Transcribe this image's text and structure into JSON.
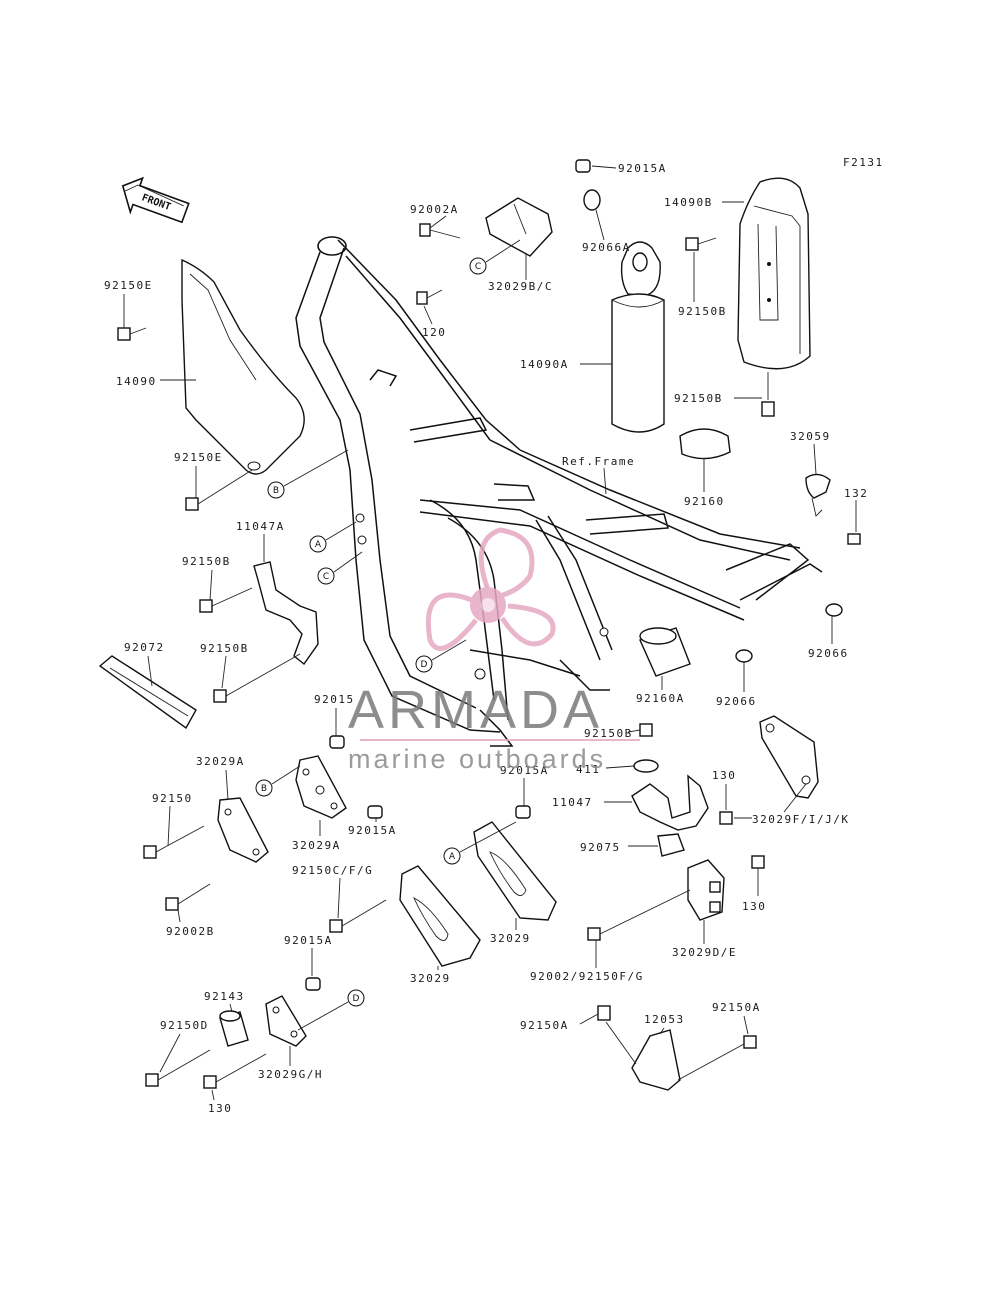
{
  "figure_code": "F2131",
  "front_label": "FRONT",
  "reference_label": "Ref.Frame",
  "watermark": {
    "brand": "ARMADA",
    "tagline": "marine outboards",
    "brand_color": "#e6a9c2",
    "text_color": "#7a7a7a"
  },
  "parts": {
    "p92015A_top": "92015A",
    "p92002A": "92002A",
    "p92066A": "92066A",
    "p32029BC": "32029B/C",
    "p120": "120",
    "p14090B": "14090B",
    "p92150B_shock": "92150B",
    "p92150B_shock_bottom": "92150B",
    "p14090A": "14090A",
    "p92150E_top": "92150E",
    "p14090": "14090",
    "p92150E_bottom": "92150E",
    "p11047A": "11047A",
    "p92150B_left1": "92150B",
    "p92150B_left2": "92150B",
    "p92072": "92072",
    "p32059": "32059",
    "p132": "132",
    "p92160": "92160",
    "p92066_right": "92066",
    "p92066_mid": "92066",
    "p92160A": "92160A",
    "p92150B_mid": "92150B",
    "p411": "411",
    "p11047": "11047",
    "p92075": "92075",
    "p130_right": "130",
    "p32029FIJK": "32029F/I/J/K",
    "p92015": "92015",
    "p32029A_left": "32029A",
    "p92150": "92150",
    "p32029A_mid": "32029A",
    "p92015A_mid": "92015A",
    "p92015A_center": "92015A",
    "p92002B": "92002B",
    "p92150CFG": "92150C/F/G",
    "p32029_right": "32029",
    "p32029_left": "32029",
    "p130_lower": "130",
    "p32029DE": "32029D/E",
    "p92002_92150FG": "92002/92150F/G",
    "p92015A_low": "92015A",
    "p92143": "92143",
    "p92150D": "92150D",
    "p32029GH": "32029G/H",
    "p130_bottom": "130",
    "p92150A_left": "92150A",
    "p12053": "12053",
    "p92150A_right": "92150A"
  },
  "callouts": {
    "a1": "A",
    "a2": "A",
    "b1": "B",
    "b2": "B",
    "c1": "C",
    "c2": "C",
    "d1": "D",
    "d2": "D"
  }
}
